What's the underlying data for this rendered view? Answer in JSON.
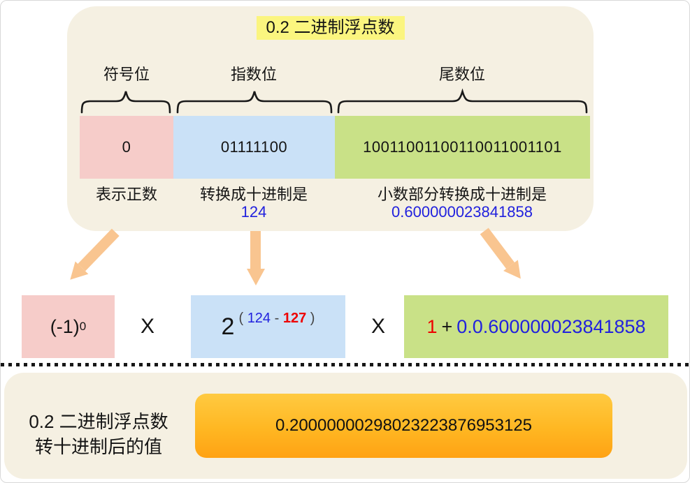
{
  "top_panel": {
    "title": "0.2 二进制浮点数",
    "fields": [
      {
        "label": "符号位",
        "bits": "0",
        "caption": "表示正数",
        "value": ""
      },
      {
        "label": "指数位",
        "bits": "01111100",
        "caption": "转换成十进制是",
        "value": "124"
      },
      {
        "label": "尾数位",
        "bits": "10011001100110011001101",
        "caption": "小数部分转换成十进制是",
        "value": "0.600000023841858"
      }
    ]
  },
  "formula": {
    "sign_base": "(-1)",
    "sign_exponent": "0",
    "times_1": "X",
    "exp_base": "2",
    "exp_open": "(",
    "exp_minuend": "124",
    "exp_minus": "-",
    "exp_subtrahend": "127",
    "exp_close": ")",
    "times_2": "X",
    "mant_one": "1",
    "mant_plus": "+",
    "mant_fraction": "0.0.600000023841858"
  },
  "result": {
    "label_line1": "0.2 二进制浮点数",
    "label_line2": "转十进制后的值",
    "value": "0.20000000298023223876953125"
  },
  "colors": {
    "panel_bg": "#F5F0E2",
    "sign_fill": "#F6CCC9",
    "exponent_fill": "#CAE1F7",
    "mantissa_fill": "#C9E187",
    "title_highlight": "#FBF57F",
    "arrow": "#F9C590",
    "result_gradient_top": "#FFCA41",
    "result_gradient_bottom": "#FFA214",
    "blue_text": "#2121DE",
    "red_text": "#EE0000"
  }
}
